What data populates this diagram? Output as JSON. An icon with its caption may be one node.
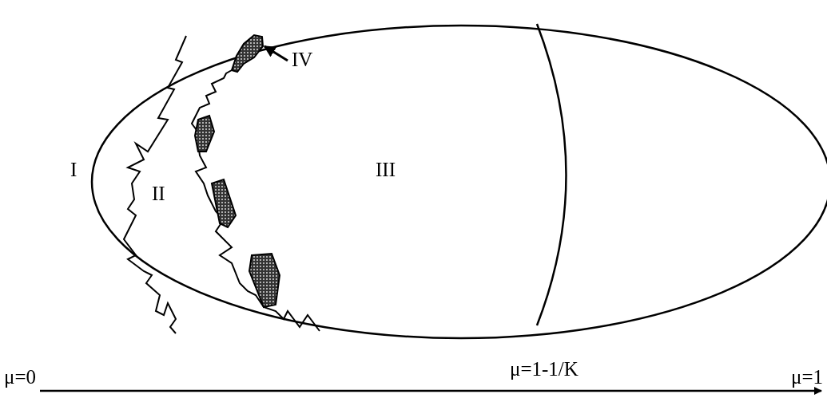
{
  "diagram": {
    "nodes": [
      {
        "text": [
          "IV"
        ]
      },
      {
        "text": [],
        "shape": "blob"
      }
    ],
    "edges": [
      {
        "from": 0,
        "to": 1,
        "arrow": "to"
      }
    ],
    "labels": [
      "I",
      "III",
      "II",
      "μ=1-1/K",
      "μ=0",
      "μ=1"
    ]
  }
}
